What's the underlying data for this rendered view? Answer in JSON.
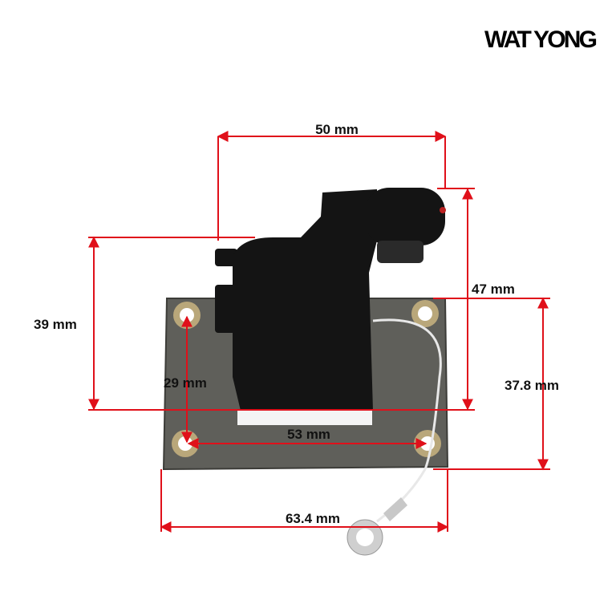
{
  "brand": "WAT YONG",
  "dimensions": {
    "top_width": "50 mm",
    "right_height": "47 mm",
    "left_height": "39 mm",
    "hole_vertical": "29 mm",
    "plate_height": "37.8 mm",
    "hole_horizontal": "53 mm",
    "plate_width": "63.4 mm"
  },
  "colors": {
    "dimension_line": "#e0101a",
    "coil_body": "#141414",
    "plate": "#5f5f5a",
    "grommet": "#b9a77a"
  }
}
